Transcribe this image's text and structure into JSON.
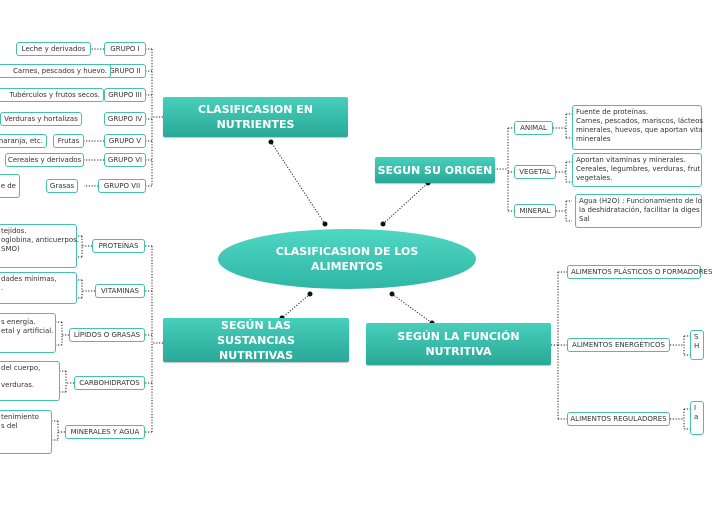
{
  "central": "CLASIFICASION DE LOS ALIMENTOS",
  "nutrientes": {
    "title": "CLASIFICASION EN NUTRIENTES",
    "groups": [
      {
        "label": "GRUPO I",
        "leaf": "Leche y derivados"
      },
      {
        "label": "GRUPO II",
        "leaf": "Carnes, pescados y huevo."
      },
      {
        "label": "GRUPO III",
        "leaf": "Tubérculos y frutos secos."
      },
      {
        "label": "GRUPO IV",
        "leaf": "Verduras y hortalizas"
      },
      {
        "label": "GRUPO V",
        "leaf": "Frutas",
        "leaf2": "naranja, etc."
      },
      {
        "label": "GRUPO VI",
        "leaf": "Cereales y derivados"
      },
      {
        "label": "GRUPO VII",
        "leaf": "Grasas",
        "leaf2": "e de"
      }
    ]
  },
  "origen": {
    "title": "SEGUN SU ORIGEN",
    "items": [
      {
        "label": "ANIMAL",
        "desc": [
          "Fuente de proteínas.",
          "Carnes, pescados, mariscos, lácteos",
          "minerales, huevos, que aportan vita",
          "minerales"
        ]
      },
      {
        "label": "VEGETAL",
        "desc": [
          "Aportan vitaminas y minerales.",
          "Cereales, legumbres, verduras, frut",
          "vegetales."
        ]
      },
      {
        "label": "MINERAL",
        "desc": [
          "Agua (H2O) : Funcionamiento de lo",
          "la deshidratación, facilitar la diges",
          "Sal"
        ]
      }
    ]
  },
  "sustancias": {
    "title": "SEGÚN LAS SUSTANCIAS NUTRITIVAS",
    "items": [
      {
        "label": "PROTEÍNAS",
        "desc": [
          "tejidos.",
          "oglobina, anticuerpos.",
          "SMO)"
        ]
      },
      {
        "label": "VITAMINAS",
        "desc": [
          "dades mínimas,",
          "."
        ]
      },
      {
        "label": "LÍPIDOS O GRASAS",
        "desc": [
          "s energía.",
          "etal y artificial."
        ]
      },
      {
        "label": "CARBOHIDRATOS",
        "desc": [
          "del cuerpo,",
          "verduras."
        ]
      },
      {
        "label": "MINERALES Y AGUA",
        "desc": [
          "tenimiento",
          "s del"
        ]
      }
    ]
  },
  "funcion": {
    "title": "SEGÚN LA FUNCIÓN NUTRITIVA",
    "items": [
      {
        "label": "ALIMENTOS PLÁSTICOS O FORMADORES",
        "leaf": []
      },
      {
        "label": "ALIMENTOS ENERGÉTICOS",
        "leaf": [
          "S",
          "H"
        ]
      },
      {
        "label": "ALIMENTOS REGULADORES",
        "leaf": [
          "I",
          "a"
        ]
      }
    ]
  },
  "colors": {
    "teal": "#3cbfad",
    "teal_dark": "#2aa898",
    "border": "#44c0af"
  }
}
